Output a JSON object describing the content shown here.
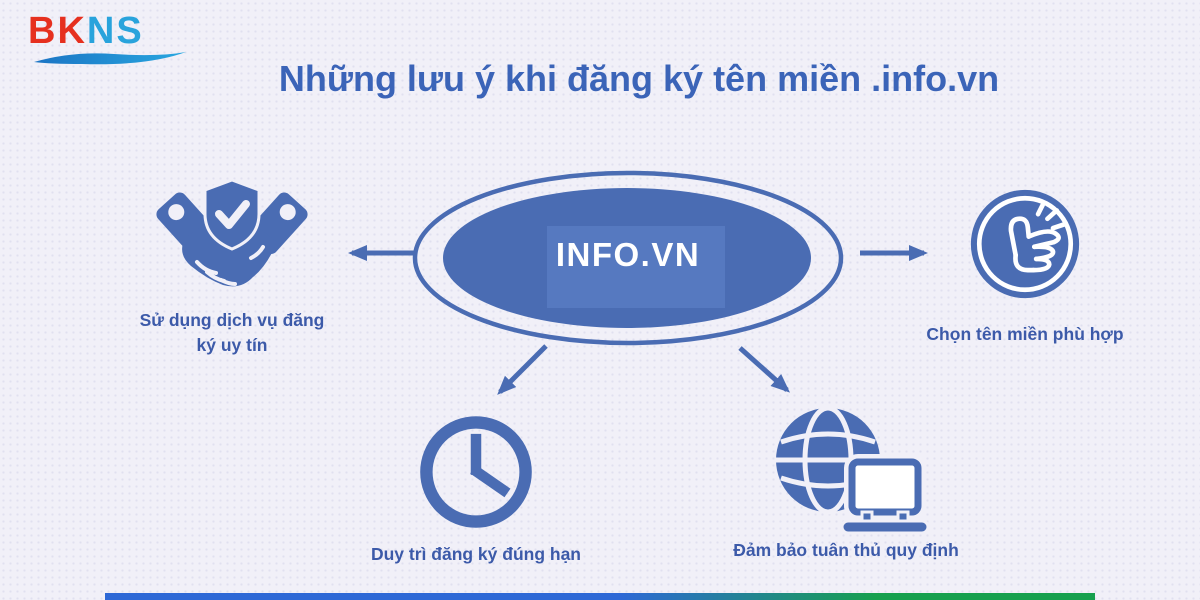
{
  "logo": {
    "bk": "BK",
    "ns": "NS"
  },
  "title": "Những lưu ý khi đăng ký tên miền .info.vn",
  "center": {
    "label": "INFO.VN"
  },
  "nodes": [
    {
      "icon": "handshake-shield-icon",
      "label": "Sử dụng dịch vụ đăng ký uy tín",
      "position": "left"
    },
    {
      "icon": "thumbs-up-icon",
      "label": "Chọn tên miền phù hợp",
      "position": "right"
    },
    {
      "icon": "clock-icon",
      "label": "Duy trì đăng ký đúng hạn",
      "position": "bottom-left"
    },
    {
      "icon": "globe-laptop-icon",
      "label": "Đảm bảo tuân thủ quy định",
      "position": "bottom-right"
    }
  ],
  "colors": {
    "primary_blue": "#4a6cb3",
    "center_panel_blue": "#5679c0",
    "title_blue": "#3b64b8",
    "label_blue": "#3c5aa9",
    "logo_red": "#e6301f",
    "logo_cyan": "#29a3dc",
    "background": "#f1f0f8",
    "footer_bar_blue": "#2d68d6",
    "footer_bar_green": "#16a04e"
  }
}
